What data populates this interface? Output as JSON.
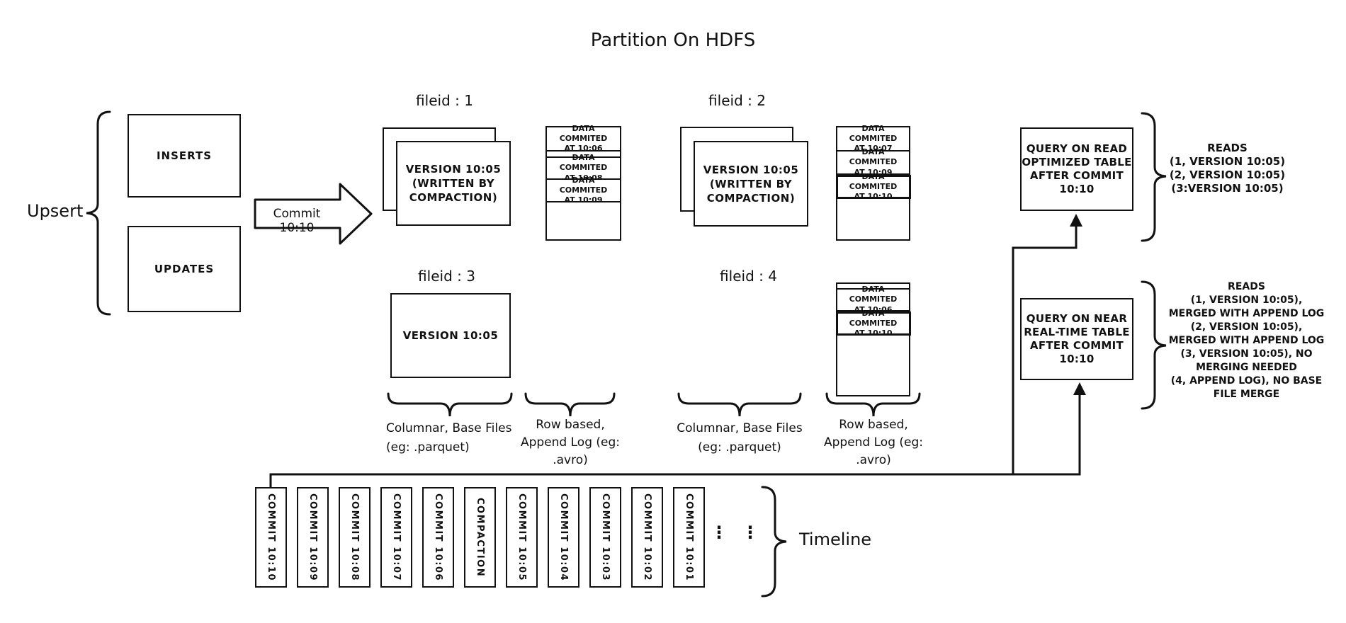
{
  "title": "Partition On HDFS",
  "colors": {
    "ink": "#111111",
    "paper": "#ffffff"
  },
  "upsert": {
    "label": "Upsert",
    "inserts": "INSERTS",
    "updates": "UPDATES",
    "commit_arrow": "Commit 10:10"
  },
  "filegroups": {
    "fg1": {
      "label": "fileid : 1",
      "base": "VERSION 10:05\n(WRITTEN BY\nCOMPACTION)",
      "log": [
        "DATA COMMITED\nAT 10:06",
        "DATA COMMITED\nAT 10:08",
        "DATA COMMITED\nAT 10:09"
      ]
    },
    "fg2": {
      "label": "fileid : 2",
      "base": "VERSION 10:05\n(WRITTEN BY\nCOMPACTION)",
      "log": [
        "DATA COMMITED\nAT 10:07",
        "DATA COMMITED\nAT 10:09",
        "DATA COMMITED\nAT 10:10"
      ]
    },
    "fg3": {
      "label": "fileid : 3",
      "base": "VERSION 10:05"
    },
    "fg4": {
      "label": "fileid : 4",
      "log": [
        "DATA COMMITED\nAT 10:06",
        "DATA COMMITED\nAT 10:10"
      ]
    }
  },
  "file_type_labels": {
    "columnar1": "Columnar, Base Files\n(eg: .parquet)",
    "rowbased1": "Row based,\nAppend Log (eg:\n.avro)",
    "columnar2": "Columnar, Base Files\n(eg: .parquet)",
    "rowbased2": "Row based,\nAppend Log (eg:\n.avro)"
  },
  "queries": {
    "read_optimized": {
      "box": "QUERY ON READ\nOPTIMIZED TABLE\nAFTER COMMIT\n10:10",
      "reads": "READS\n(1, VERSION 10:05)\n(2, VERSION 10:05)\n(3:VERSION 10:05)"
    },
    "near_realtime": {
      "box": "QUERY ON NEAR\nREAL-TIME TABLE\nAFTER COMMIT\n10:10",
      "reads": "READS\n(1, VERSION 10:05),\nMERGED WITH APPEND LOG\n(2, VERSION 10:05),\nMERGED WITH APPEND LOG\n(3, VERSION 10:05), NO\nMERGING NEEDED\n(4, APPEND LOG), NO BASE\nFILE MERGE"
    }
  },
  "timeline": {
    "label": "Timeline",
    "ellipsis": "⋮",
    "entries": [
      "COMMIT 10:10",
      "COMMIT 10:09",
      "COMMIT 10:08",
      "COMMIT 10:07",
      "COMMIT 10:06",
      "COMPACTION",
      "COMMIT 10:05",
      "COMMIT 10:04",
      "COMMIT 10:03",
      "COMMIT 10:02",
      "COMMIT 10:01"
    ]
  }
}
